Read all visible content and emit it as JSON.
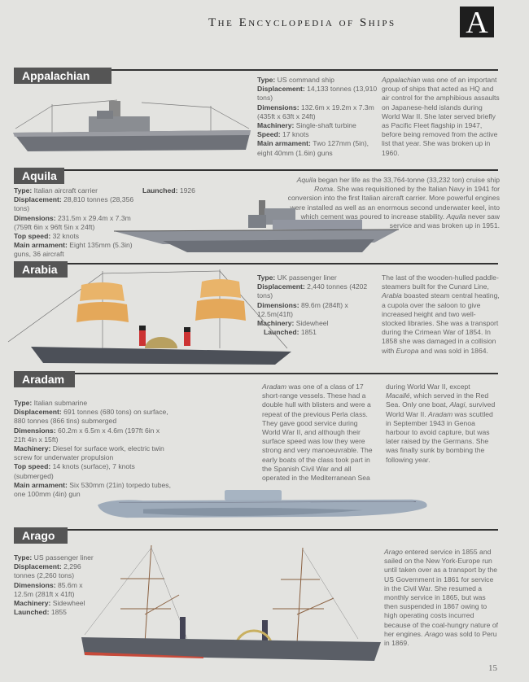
{
  "header": {
    "title": "The Encyclopedia of Ships",
    "letter": "A"
  },
  "page_number": "15",
  "sections": [
    {
      "name": "Appalachian",
      "specs": [
        {
          "label": "Type",
          "value": "US command ship"
        },
        {
          "label": "Displacement",
          "value": "14,133 tonnes (13,910 tons)"
        },
        {
          "label": "Dimensions",
          "value": "132.6m x 19.2m x 7.3m (435ft x 63ft x 24ft)"
        },
        {
          "label": "Machinery",
          "value": "Single-shaft turbine"
        },
        {
          "label": "Speed",
          "value": "17 knots"
        },
        {
          "label": "Main armament",
          "value": "Two 127mm (5in), eight 40mm (1.6in) guns"
        }
      ],
      "description": [
        {
          "t": "Appalachian",
          "i": true
        },
        {
          "t": " was one of an important group of ships that acted as HQ and air control for the amphibious assaults on Japanese-held islands during World War II. She later served briefly as Pacific Fleet flagship in 1947, before being removed from the active list that year. She was broken up in 1960."
        }
      ]
    },
    {
      "name": "Aquila",
      "specs": [
        {
          "label": "Type",
          "value": "Italian aircraft carrier"
        },
        {
          "label": "Displacement",
          "value": "28,810 tonnes (28,356 tons)"
        },
        {
          "label": "Dimensions",
          "value": "231.5m x 29.4m x 7.3m (759ft 6in x 96ft 5in x 24ft)"
        },
        {
          "label": "Top speed",
          "value": "32 knots"
        },
        {
          "label": "Main armament",
          "value": "Eight 135mm (5.3in) guns, 36 aircraft"
        }
      ],
      "extra_spec": {
        "label": "Launched",
        "value": "1926"
      },
      "description": [
        {
          "t": "Aquila",
          "i": true
        },
        {
          "t": " began her life as the 33,764-tonne (33,232 ton) cruise ship "
        },
        {
          "t": "Roma",
          "i": true
        },
        {
          "t": ". She was requisitioned by the Italian Navy in 1941 for conversion into the first Italian aircraft carrier. More powerful engines were installed as well as an enormous second underwater keel, into which cement was poured to increase stability. "
        },
        {
          "t": "Aquila",
          "i": true
        },
        {
          "t": " never saw service and was broken up in 1951."
        }
      ]
    },
    {
      "name": "Arabia",
      "specs": [
        {
          "label": "Type",
          "value": "UK passenger liner"
        },
        {
          "label": "Displacement",
          "value": "2,440 tonnes (4202 tons)"
        },
        {
          "label": "Dimensions",
          "value": "89.6m (284ft) x 12.5m(41ft)"
        },
        {
          "label": "Machinery",
          "value": "Sidewheel"
        },
        {
          "label": "Launched",
          "value": "1851"
        }
      ],
      "description": [
        {
          "t": "The last of the wooden-hulled paddle-steamers built for the Cunard Line, "
        },
        {
          "t": "Arabia",
          "i": true
        },
        {
          "t": " boasted steam central heating, a cupola over the saloon to give increased height and two well-stocked libraries. She was a transport during the Crimean War of 1854. In 1858 she was damaged in a collision with "
        },
        {
          "t": "Europa",
          "i": true
        },
        {
          "t": " and was sold in 1864."
        }
      ]
    },
    {
      "name": "Aradam",
      "specs": [
        {
          "label": "Type",
          "value": "Italian submarine"
        },
        {
          "label": "Displacement",
          "value": "691 tonnes (680 tons) on surface, 880 tonnes (866 tins) submerged"
        },
        {
          "label": "Dimensions",
          "value": "60.2m x 6.5m x 4.6m (197ft 6in x 21ft 4in x 15ft)"
        },
        {
          "label": "Machinery",
          "value": "Diesel for surface work, electric twin screw for underwater propulsion"
        },
        {
          "label": "Top speed",
          "value": "14 knots (surface), 7 knots (submerged)"
        },
        {
          "label": "Main armament",
          "value": "Six 530mm (21in) torpedo tubes, one 100mm (4in) gun"
        }
      ],
      "description": [
        {
          "t": "Aradam",
          "i": true
        },
        {
          "t": " was one of a class of 17 short-range vessels. These had a double hull with blisters and were a repeat of the previous Perla class. They gave good service during World War II, and although their surface speed was low they were strong and very manoeuvrable. The early boats of the class took part in the Spanish Civil War and all operated in the Mediterranean Sea during World War II, except "
        },
        {
          "t": "Macallé",
          "i": true
        },
        {
          "t": ", which served in the Red Sea. Only one boat, "
        },
        {
          "t": "Alagi",
          "i": true
        },
        {
          "t": ", survived World War II. "
        },
        {
          "t": "Aradam",
          "i": true
        },
        {
          "t": " was scuttled in September 1943 in Genoa harbour to avoid capture, but was later raised by the Germans. She was finally sunk by bombing the following year."
        }
      ]
    },
    {
      "name": "Arago",
      "specs": [
        {
          "label": "Type",
          "value": "US passenger liner"
        },
        {
          "label": "Displacement",
          "value": "2,296 tonnes (2,260 tons)"
        },
        {
          "label": "Dimensions",
          "value": "85.6m x 12.5m (281ft x 41ft)"
        },
        {
          "label": "Machinery",
          "value": "Sidewheel"
        },
        {
          "label": "Launched",
          "value": "1855"
        }
      ],
      "description": [
        {
          "t": "Arago",
          "i": true
        },
        {
          "t": " entered service in 1855 and sailed on the New York-Europe run until taken over as a transport by the US Government in 1861 for service in the Civil War. She resumed a monthly service in 1865, but was then suspended in 1867 owing to high operating costs incurred because of the coal-hungry nature of her engines. "
        },
        {
          "t": "Arago",
          "i": true
        },
        {
          "t": " was sold to Peru in 1869."
        }
      ]
    }
  ]
}
